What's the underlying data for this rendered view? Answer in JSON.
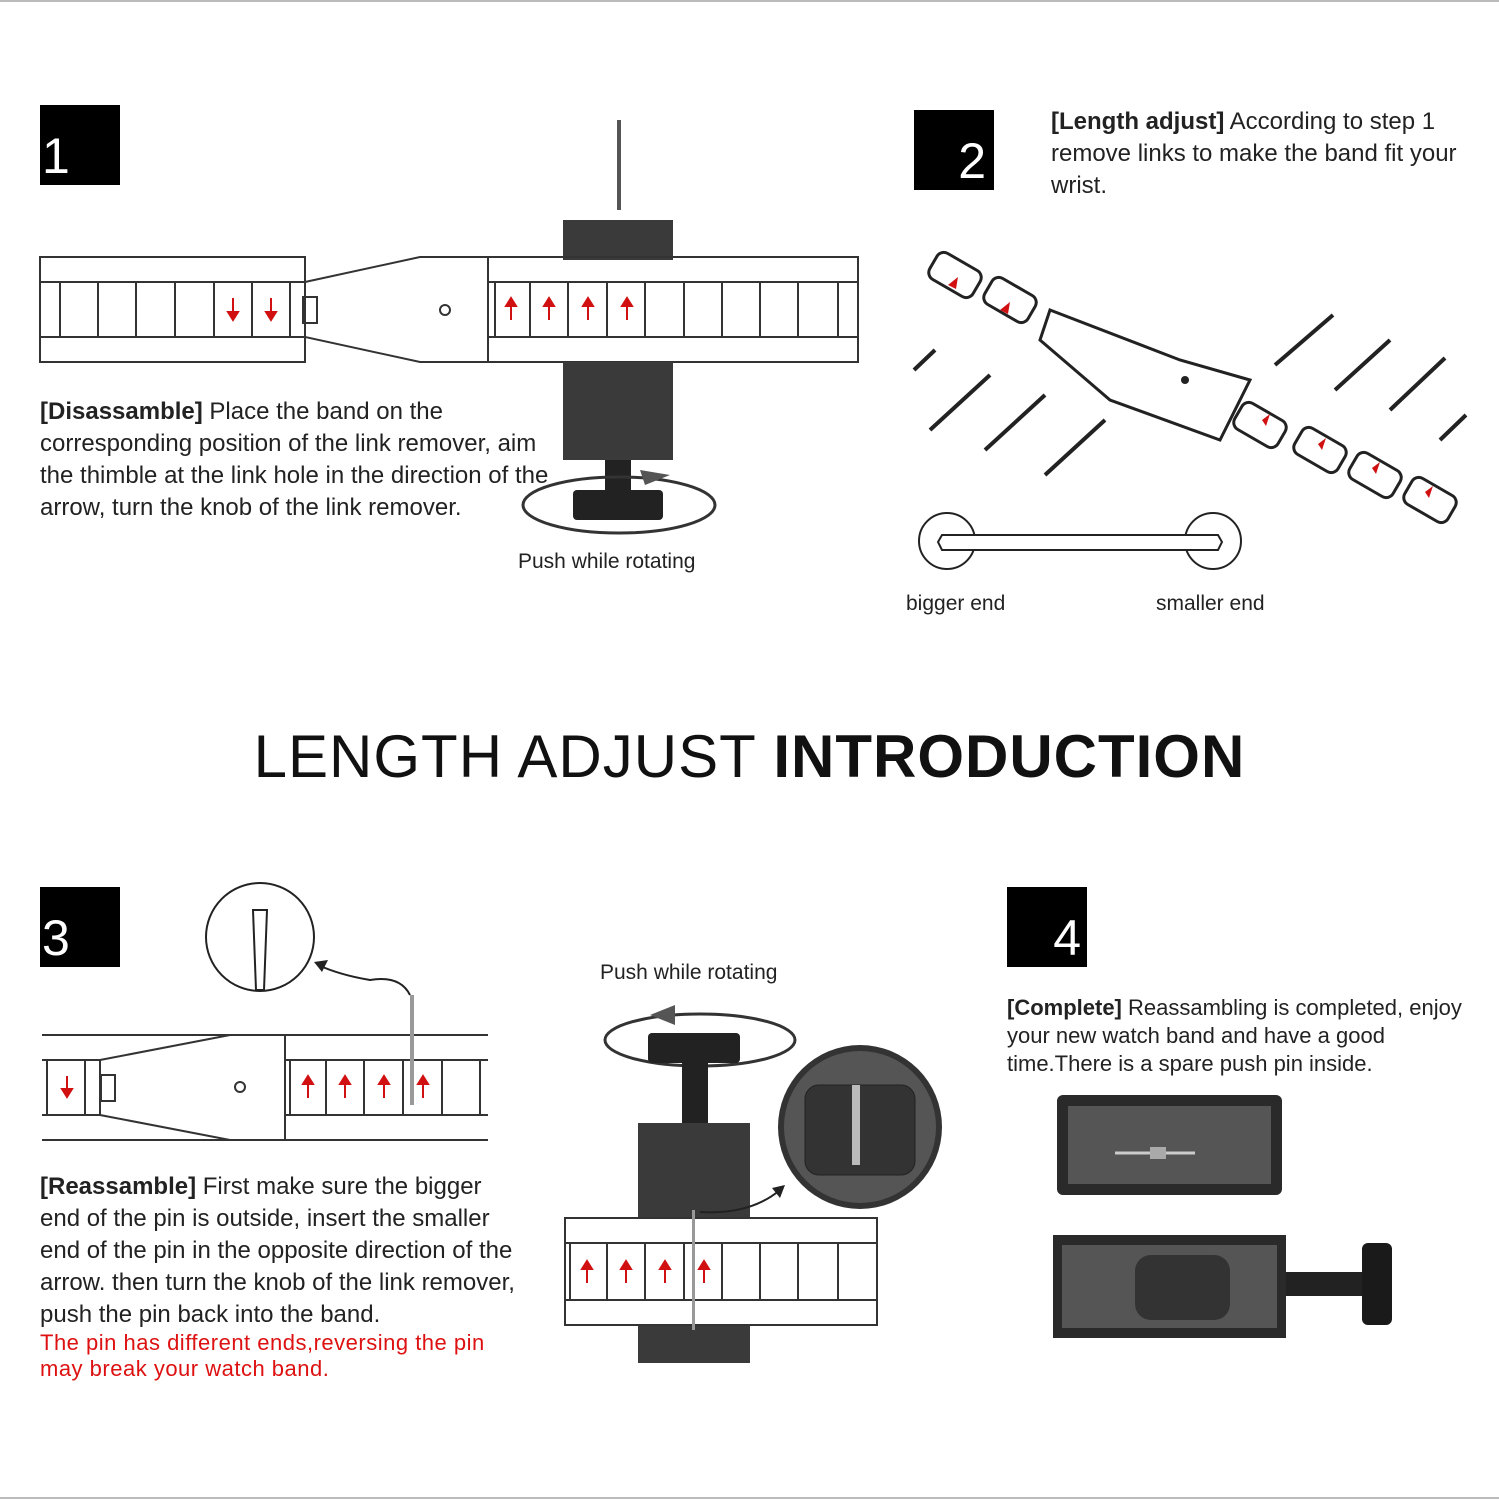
{
  "title": {
    "light": "LENGTH ADJUST",
    "bold": "INTRODUCTION"
  },
  "steps": [
    {
      "number": "1",
      "heading": "[Disassamble]",
      "text": "Place the band on the corresponding position of the link remover, aim the thimble at the link hole in the direction of the arrow, turn the knob of the link remover.",
      "caption": "Push while rotating"
    },
    {
      "number": "2",
      "heading": "[Length adjust]",
      "text": "According to step 1 remove links to make the band fit your wrist.",
      "pin_labels": {
        "bigger": "bigger end",
        "smaller": "smaller end"
      }
    },
    {
      "number": "3",
      "heading": "[Reassamble]",
      "text": "First make sure the bigger end of the pin is outside, insert the smaller end of the pin in the opposite direction of the arrow. then turn the knob of the link remover, push the pin back into the band.",
      "warning": "The pin has different ends,reversing the pin may break your watch band.",
      "caption": "Push while rotating"
    },
    {
      "number": "4",
      "heading": "[Complete]",
      "text": "Reassambling is completed, enjoy your new watch band and have a good time.There is a spare push pin inside."
    }
  ],
  "colors": {
    "arrow": "#d11111",
    "tool": "#333333",
    "box": "#000000"
  }
}
